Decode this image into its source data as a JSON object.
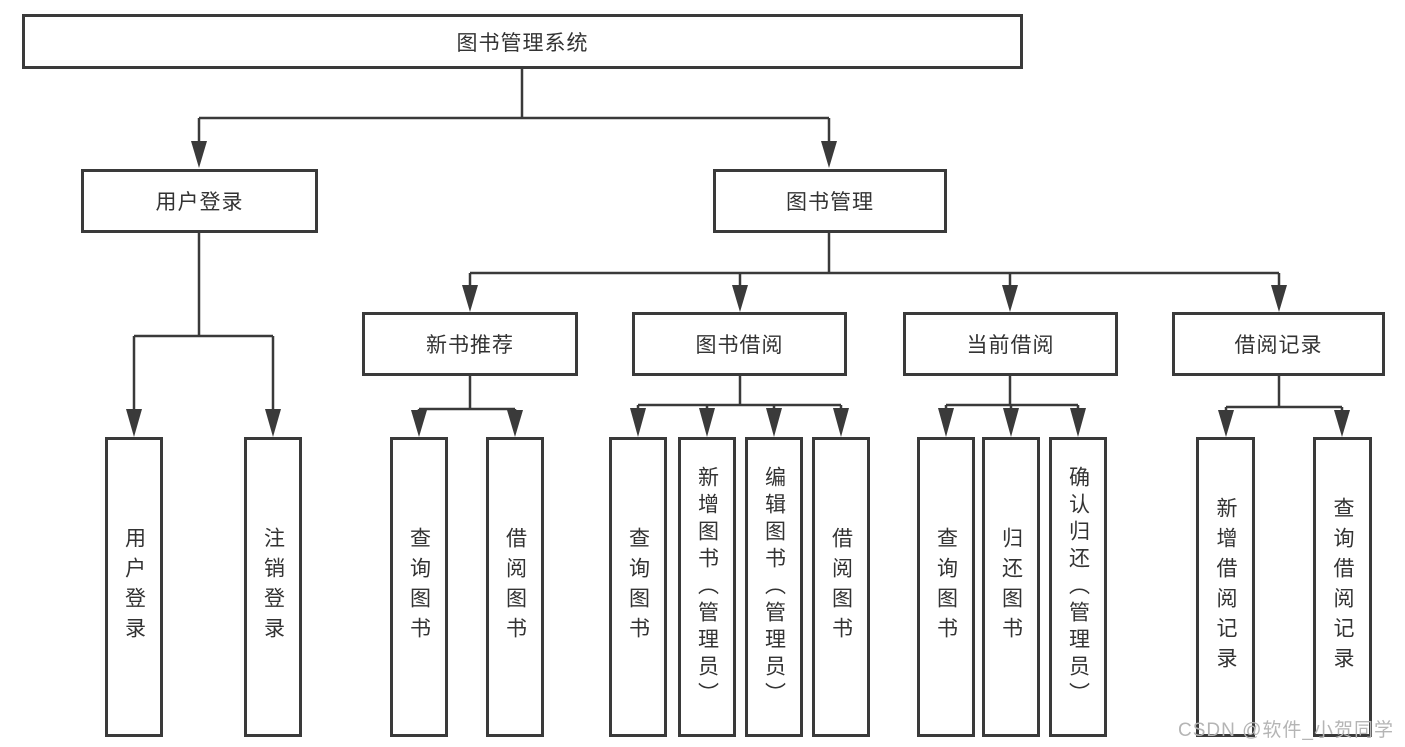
{
  "diagram": {
    "title": "图书管理系统",
    "branches": [
      {
        "label": "用户登录",
        "children": [
          {
            "label": "用户登录"
          },
          {
            "label": "注销登录"
          }
        ]
      },
      {
        "label": "图书管理",
        "children": [
          {
            "label": "新书推荐",
            "children": [
              {
                "label": "查询图书"
              },
              {
                "label": "借阅图书"
              }
            ]
          },
          {
            "label": "图书借阅",
            "children": [
              {
                "label": "查询图书"
              },
              {
                "label": "新增图书（管理员）"
              },
              {
                "label": "编辑图书（管理员）"
              },
              {
                "label": "借阅图书"
              }
            ]
          },
          {
            "label": "当前借阅",
            "children": [
              {
                "label": "查询图书"
              },
              {
                "label": "归还图书"
              },
              {
                "label": "确认归还（管理员）"
              }
            ]
          },
          {
            "label": "借阅记录",
            "children": [
              {
                "label": "新增借阅记录"
              },
              {
                "label": "查询借阅记录"
              }
            ]
          }
        ]
      }
    ]
  },
  "watermark": "CSDN @软件_小贺同学",
  "colors": {
    "line": "#3a3a3a",
    "text": "#333333",
    "watermark": "#b5b5b5",
    "background": "#ffffff"
  }
}
